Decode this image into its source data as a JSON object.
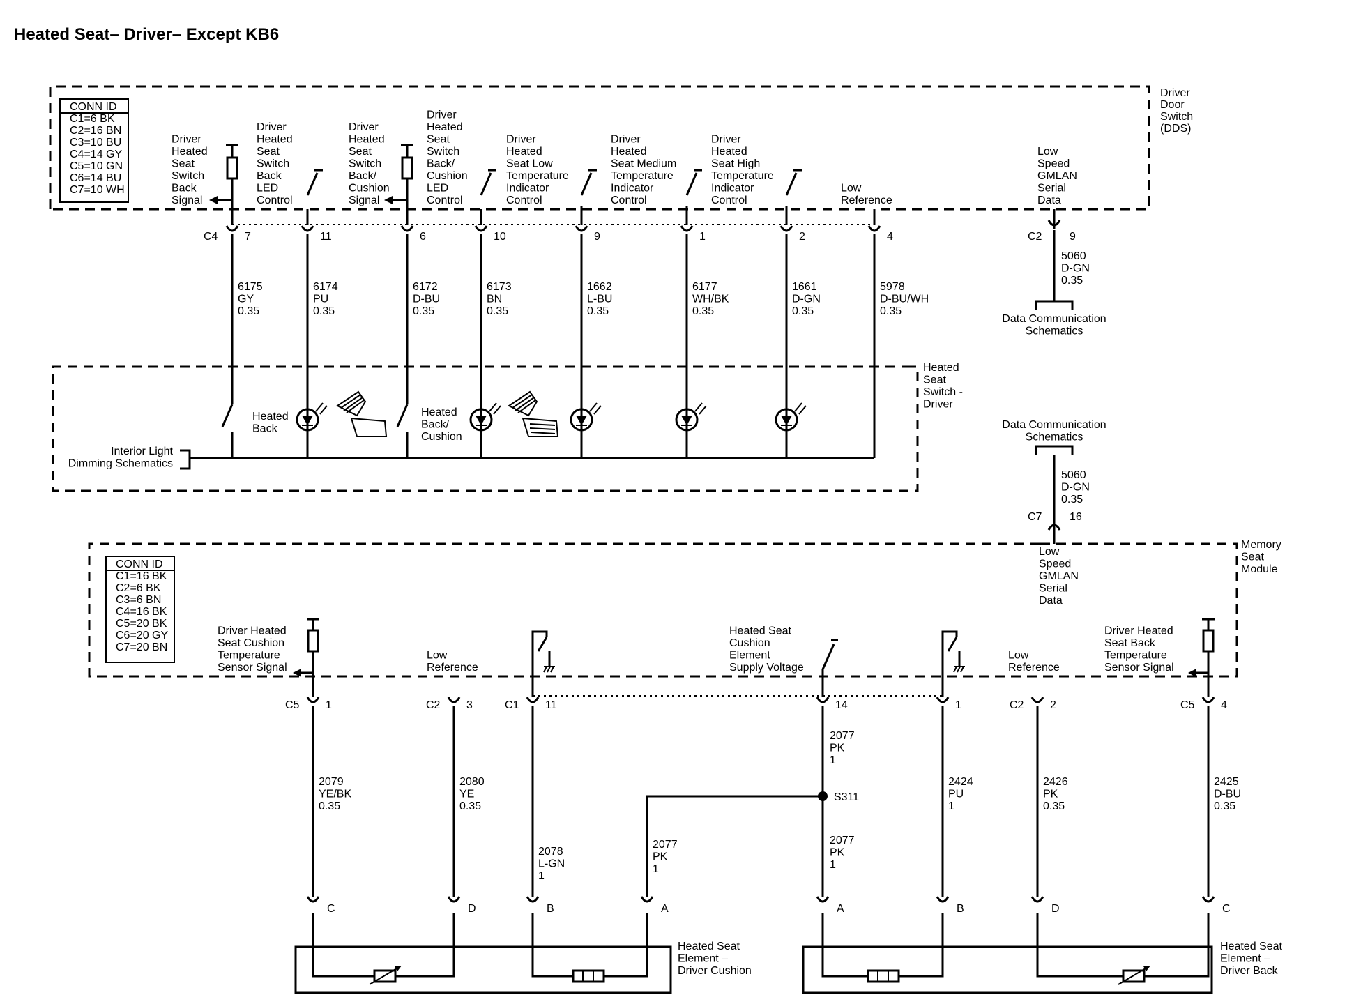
{
  "title": "Heated Seat– Driver– Except KB6",
  "dds": {
    "name": [
      "Driver",
      "Door",
      "Switch",
      "(DDS)"
    ],
    "conn_title": "CONN ID",
    "conn": [
      "C1=6 BK",
      "C2=16 BN",
      "C3=10 BU",
      "C4=14 GY",
      "C5=10 GN",
      "C6=14 BU",
      "C7=10 WH"
    ],
    "connector_label": "C4",
    "pins": [
      {
        "label": [
          "Driver",
          "Heated",
          "Seat",
          "Switch",
          "Back",
          "Signal"
        ],
        "pin": "7",
        "circuit": [
          "6175",
          "GY",
          "0.35"
        ]
      },
      {
        "label": [
          "Driver",
          "Heated",
          "Seat",
          "Switch",
          "Back",
          "LED",
          "Control"
        ],
        "pin": "11",
        "circuit": [
          "6174",
          "PU",
          "0.35"
        ]
      },
      {
        "label": [
          "Driver",
          "Heated",
          "Seat",
          "Switch",
          "Back/",
          "Cushion",
          "Signal"
        ],
        "pin": "6",
        "circuit": [
          "6172",
          "D-BU",
          "0.35"
        ]
      },
      {
        "label": [
          "Driver",
          "Heated",
          "Seat",
          "Switch",
          "Back/",
          "Cushion",
          "LED",
          "Control"
        ],
        "pin": "10",
        "circuit": [
          "6173",
          "BN",
          "0.35"
        ]
      },
      {
        "label": [
          "Driver",
          "Heated",
          "Seat Low",
          "Temperature",
          "Indicator",
          "Control"
        ],
        "pin": "9",
        "circuit": [
          "1662",
          "L-BU",
          "0.35"
        ]
      },
      {
        "label": [
          "Driver",
          "Heated",
          "Seat Medium",
          "Temperature",
          "Indicator",
          "Control"
        ],
        "pin": "1",
        "circuit": [
          "6177",
          "WH/BK",
          "0.35"
        ]
      },
      {
        "label": [
          "Driver",
          "Heated",
          "Seat High",
          "Temperature",
          "Indicator",
          "Control"
        ],
        "pin": "2",
        "circuit": [
          "1661",
          "D-GN",
          "0.35"
        ]
      },
      {
        "label": [
          "Low",
          "Reference"
        ],
        "pin": "4",
        "circuit": [
          "5978",
          "D-BU/WH",
          "0.35"
        ]
      }
    ],
    "serial": {
      "label": [
        "Low",
        "Speed",
        "GMLAN",
        "Serial",
        "Data"
      ],
      "connector": "C2",
      "pin": "9",
      "circuit": [
        "5060",
        "D-GN",
        "0.35"
      ],
      "dest": [
        "Data Communication",
        "Schematics"
      ]
    }
  },
  "switch": {
    "name": [
      "Heated",
      "Seat",
      "Switch -",
      "Driver"
    ],
    "dimming": [
      "Interior Light",
      "Dimming Schematics"
    ],
    "heated_back": [
      "Heated",
      "Back"
    ],
    "heated_back_cushion": [
      "Heated",
      "Back/",
      "Cushion"
    ]
  },
  "msm": {
    "name": [
      "Memory",
      "Seat",
      "Module"
    ],
    "conn_title": "CONN ID",
    "conn": [
      "C1=16 BK",
      "C2=6 BK",
      "C3=6 BN",
      "C4=16 BK",
      "C5=20 BK",
      "C6=20 GY",
      "C7=20 BN"
    ],
    "serial": {
      "source": [
        "Data Communication",
        "Schematics"
      ],
      "circuit": [
        "5060",
        "D-GN",
        "0.35"
      ],
      "connector": "C7",
      "pin": "16",
      "label": [
        "Low",
        "Speed",
        "GMLAN",
        "Serial",
        "Data"
      ]
    },
    "pins": [
      {
        "label": [
          "Driver Heated",
          "Seat Cushion",
          "Temperature",
          "Sensor Signal"
        ],
        "connector": "C5",
        "pin": "1",
        "circuit": [
          "2079",
          "YE/BK",
          "0.35"
        ],
        "end": "C"
      },
      {
        "label": [
          "Low",
          "Reference"
        ],
        "connector": "C2",
        "pin": "3",
        "circuit": [
          "2080",
          "YE",
          "0.35"
        ],
        "end": "D"
      },
      {
        "label": [],
        "connector": "C1",
        "pin": "11",
        "circuit": [
          "2078",
          "L-GN",
          "1"
        ],
        "end": "B"
      },
      {
        "label": [
          "Heated Seat",
          "Cushion",
          "Element",
          "Supply Voltage"
        ],
        "connector": "",
        "pin": "14",
        "circuit": [
          "2077",
          "PK",
          "1"
        ],
        "end": "A"
      },
      {
        "label": [],
        "connector": "",
        "pin": "1",
        "circuit": [
          "2424",
          "PU",
          "1"
        ],
        "end": "B"
      },
      {
        "label": [
          "Low",
          "Reference"
        ],
        "connector": "C2",
        "pin": "2",
        "circuit": [
          "2426",
          "PK",
          "0.35"
        ],
        "end": "D"
      },
      {
        "label": [
          "Driver Heated",
          "Seat Back",
          "Temperature",
          "Sensor Signal"
        ],
        "connector": "C5",
        "pin": "4",
        "circuit": [
          "2425",
          "D-BU",
          "0.35"
        ],
        "end": "C"
      }
    ],
    "branch_circuit": [
      "2077",
      "PK",
      "1"
    ],
    "splice": "S311",
    "cushion_branch_circuit": [
      "2077",
      "PK",
      "1"
    ],
    "cushion_branch_end": "A"
  },
  "elements": {
    "cushion": [
      "Heated Seat",
      "Element –",
      "Driver Cushion"
    ],
    "back": [
      "Heated Seat",
      "Element –",
      "Driver Back"
    ]
  }
}
